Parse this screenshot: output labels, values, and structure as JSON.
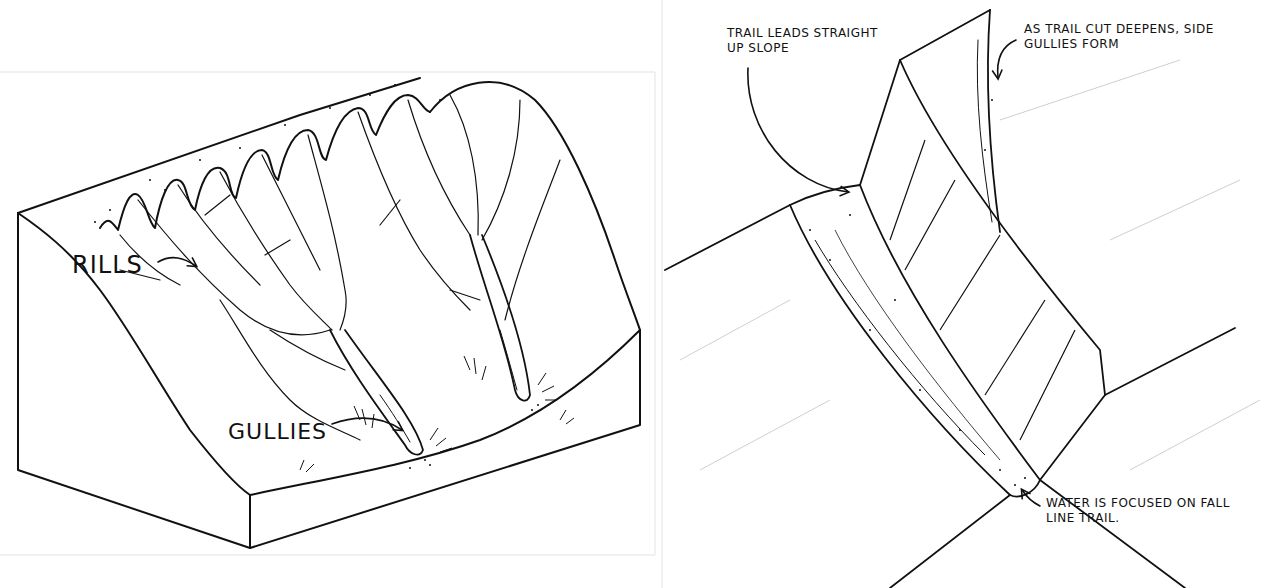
{
  "diagram": {
    "labels": [
      "RILLS",
      "GULLIES",
      "TRAIL LEADS STRAIGHT UP SLOPE",
      "AS TRAIL CUT DEEPENS, SIDE GULLIES FORM",
      "WATER IS FOCUSED ON FALL LINE TRAIL."
    ]
  }
}
